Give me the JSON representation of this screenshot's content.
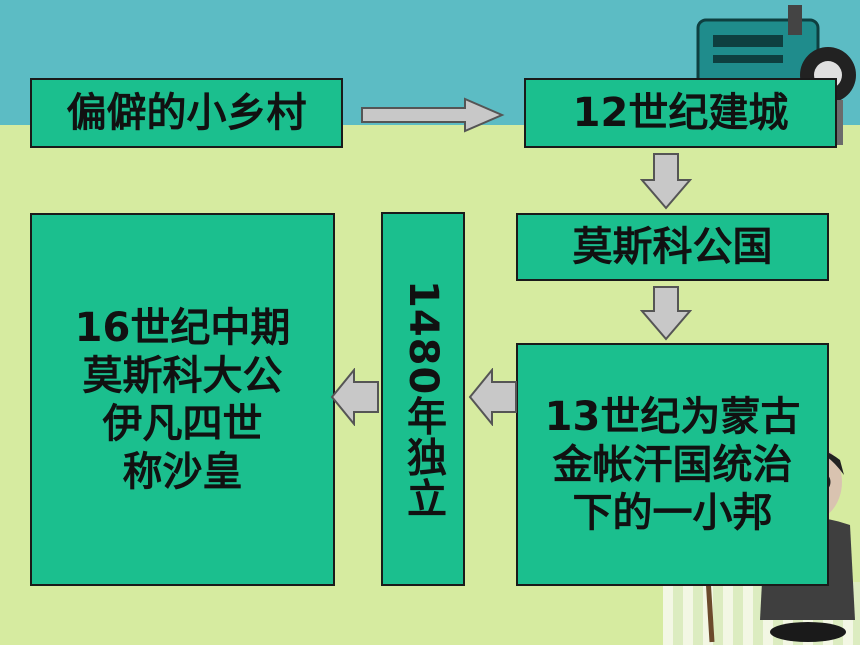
{
  "diagram": {
    "node_village": "偏僻的小乡村",
    "node_city": "12世纪建城",
    "node_duchy": "莫斯科公国",
    "node_mongol": [
      "13世纪为蒙古",
      "金帐汗国统治",
      "下的一小邦"
    ],
    "node_independence": "1480年独立",
    "node_tsar": [
      "16世纪中期",
      "莫斯科大公",
      "伊凡四世",
      "称沙皇"
    ]
  },
  "colors": {
    "box_fill": "#1bbf8e",
    "background_top": "#5cbcc4",
    "background_bottom": "#d6eba0",
    "arrow_fill": "#c8c8c8"
  },
  "icons": [
    "tractor-illustration",
    "person-illustration"
  ]
}
